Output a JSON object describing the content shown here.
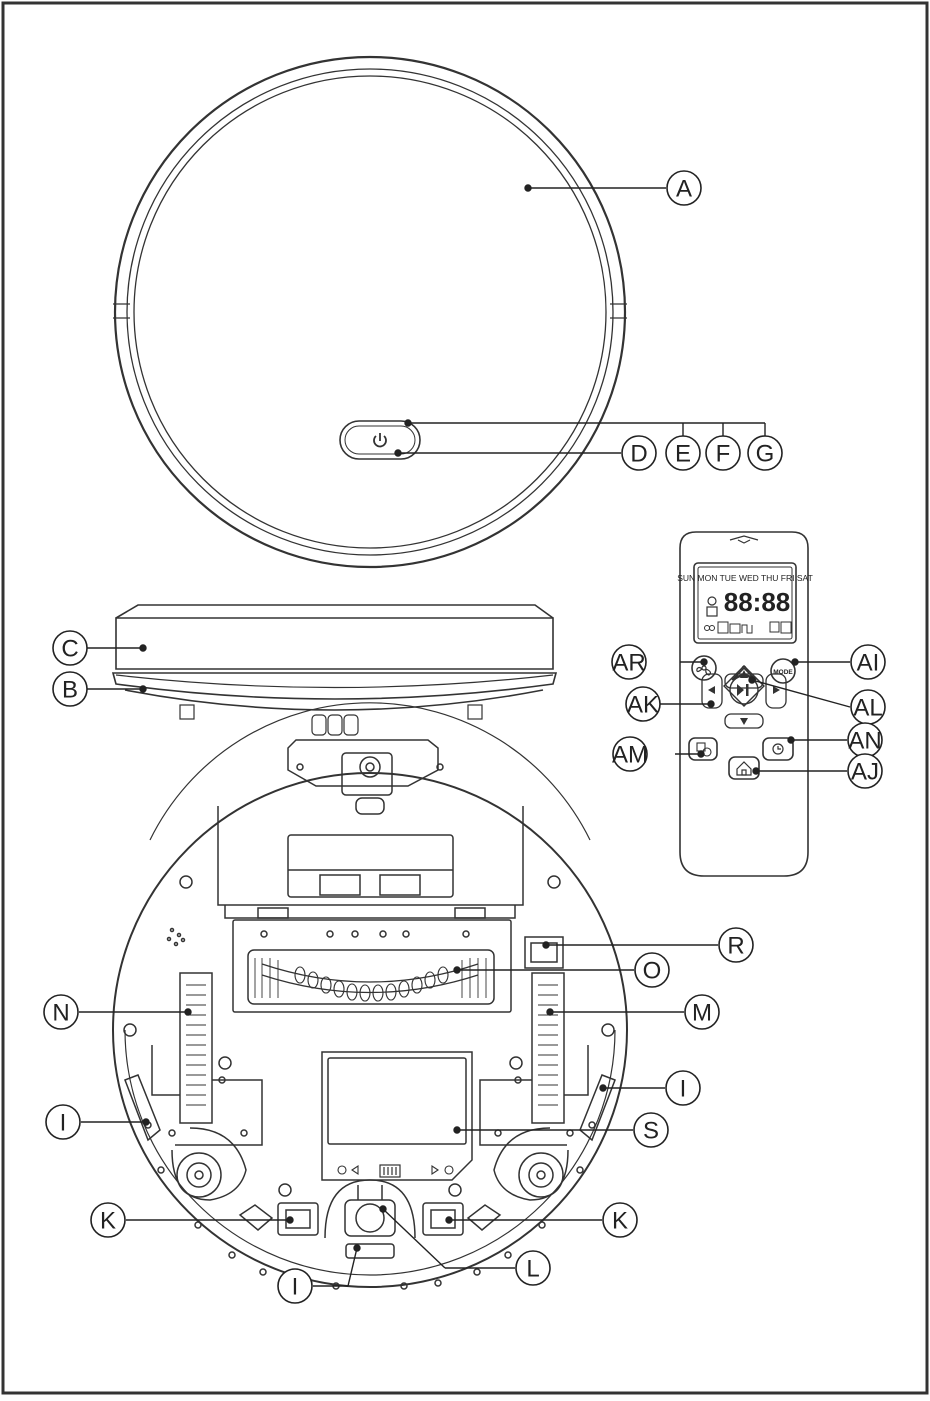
{
  "labels": {
    "A": "A",
    "B": "B",
    "C": "C",
    "D": "D",
    "E": "E",
    "F": "F",
    "G": "G",
    "I": "I",
    "K": "K",
    "L": "L",
    "M": "M",
    "N": "N",
    "O": "O",
    "R": "R",
    "S": "S",
    "AI": "AI",
    "AJ": "AJ",
    "AK": "AK",
    "AL": "AL",
    "AM": "AM",
    "AN": "AN",
    "AR": "AR"
  },
  "remote": {
    "days": "SUN MON TUE WED THU FRI SAT",
    "time": "88:88",
    "mode_label": "MODE"
  },
  "icons": {
    "power": "power-icon",
    "fan": "fan-icon",
    "home": "home-icon",
    "clock": "clock-icon",
    "schedule": "schedule-icon",
    "battery": "battery-icon"
  }
}
